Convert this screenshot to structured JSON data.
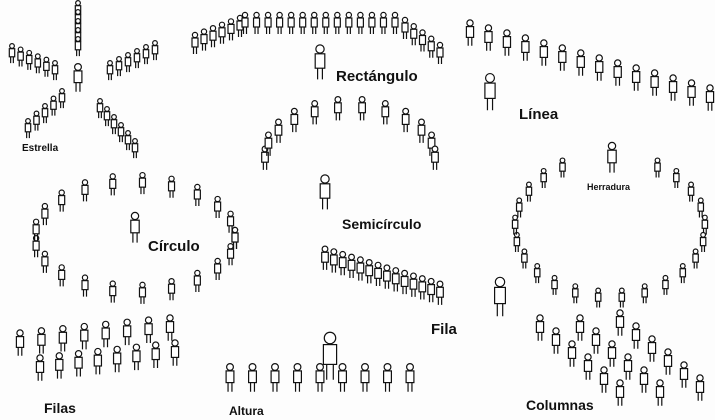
{
  "labels": {
    "rectangulo": "Rectángulo",
    "linea": "Línea",
    "estrella": "Estrella",
    "semicirculo": "Semicírculo",
    "herradura": "Herradura",
    "circulo": "Círculo",
    "fila": "Fila",
    "filas": "Filas",
    "altura": "Altura",
    "columnas": "Columnas"
  },
  "colors": {
    "ink": "#111111",
    "background": "#fdfdfd"
  }
}
